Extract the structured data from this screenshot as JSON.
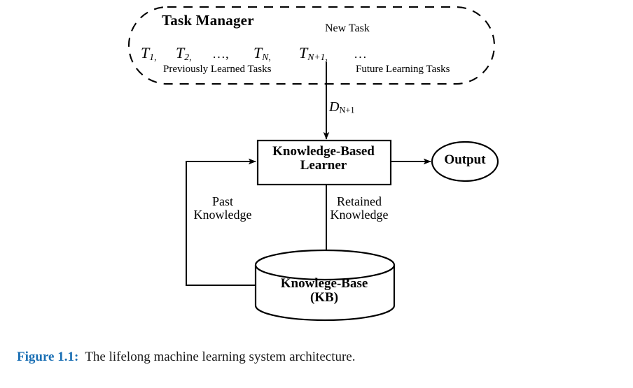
{
  "figure": {
    "caption_label": "Figure 1.1:",
    "caption_text": "The lifelong machine learning system architecture.",
    "caption_label_color": "#1a6fb4"
  },
  "task_manager": {
    "title": "Task Manager",
    "new_task_label": "New Task",
    "previously_learned_tasks_label": "Previously Learned Tasks",
    "future_learning_tasks_label": "Future Learning Tasks",
    "tasks": [
      {
        "base": "T",
        "sub": "1",
        "trail": ","
      },
      {
        "base": "T",
        "sub": "2",
        "trail": ","
      },
      {
        "base": "…,",
        "sub": "",
        "trail": ""
      },
      {
        "base": "T",
        "sub": "N",
        "trail": ","
      },
      {
        "base": "T",
        "sub": "N+1",
        "trail": ","
      },
      {
        "base": "…",
        "sub": "",
        "trail": ""
      }
    ],
    "task_strings": [
      "T1,",
      "T2,",
      "…,",
      "TN,",
      "TN+1,",
      "…"
    ]
  },
  "nodes": {
    "learner_line1": "Knowledge-Based",
    "learner_line2": "Learner",
    "output": "Output",
    "kb_line1": "Knowlege-Base",
    "kb_line2": "(KB)"
  },
  "edges": {
    "data_label_base": "D",
    "data_label_sub": "N+1",
    "data_label": "DN+1",
    "past_knowledge_line1": "Past",
    "past_knowledge_line2": "Knowledge",
    "retained_knowledge_line1": "Retained",
    "retained_knowledge_line2": "Knowledge"
  },
  "style": {
    "stroke": "#000000",
    "background": "#ffffff"
  }
}
